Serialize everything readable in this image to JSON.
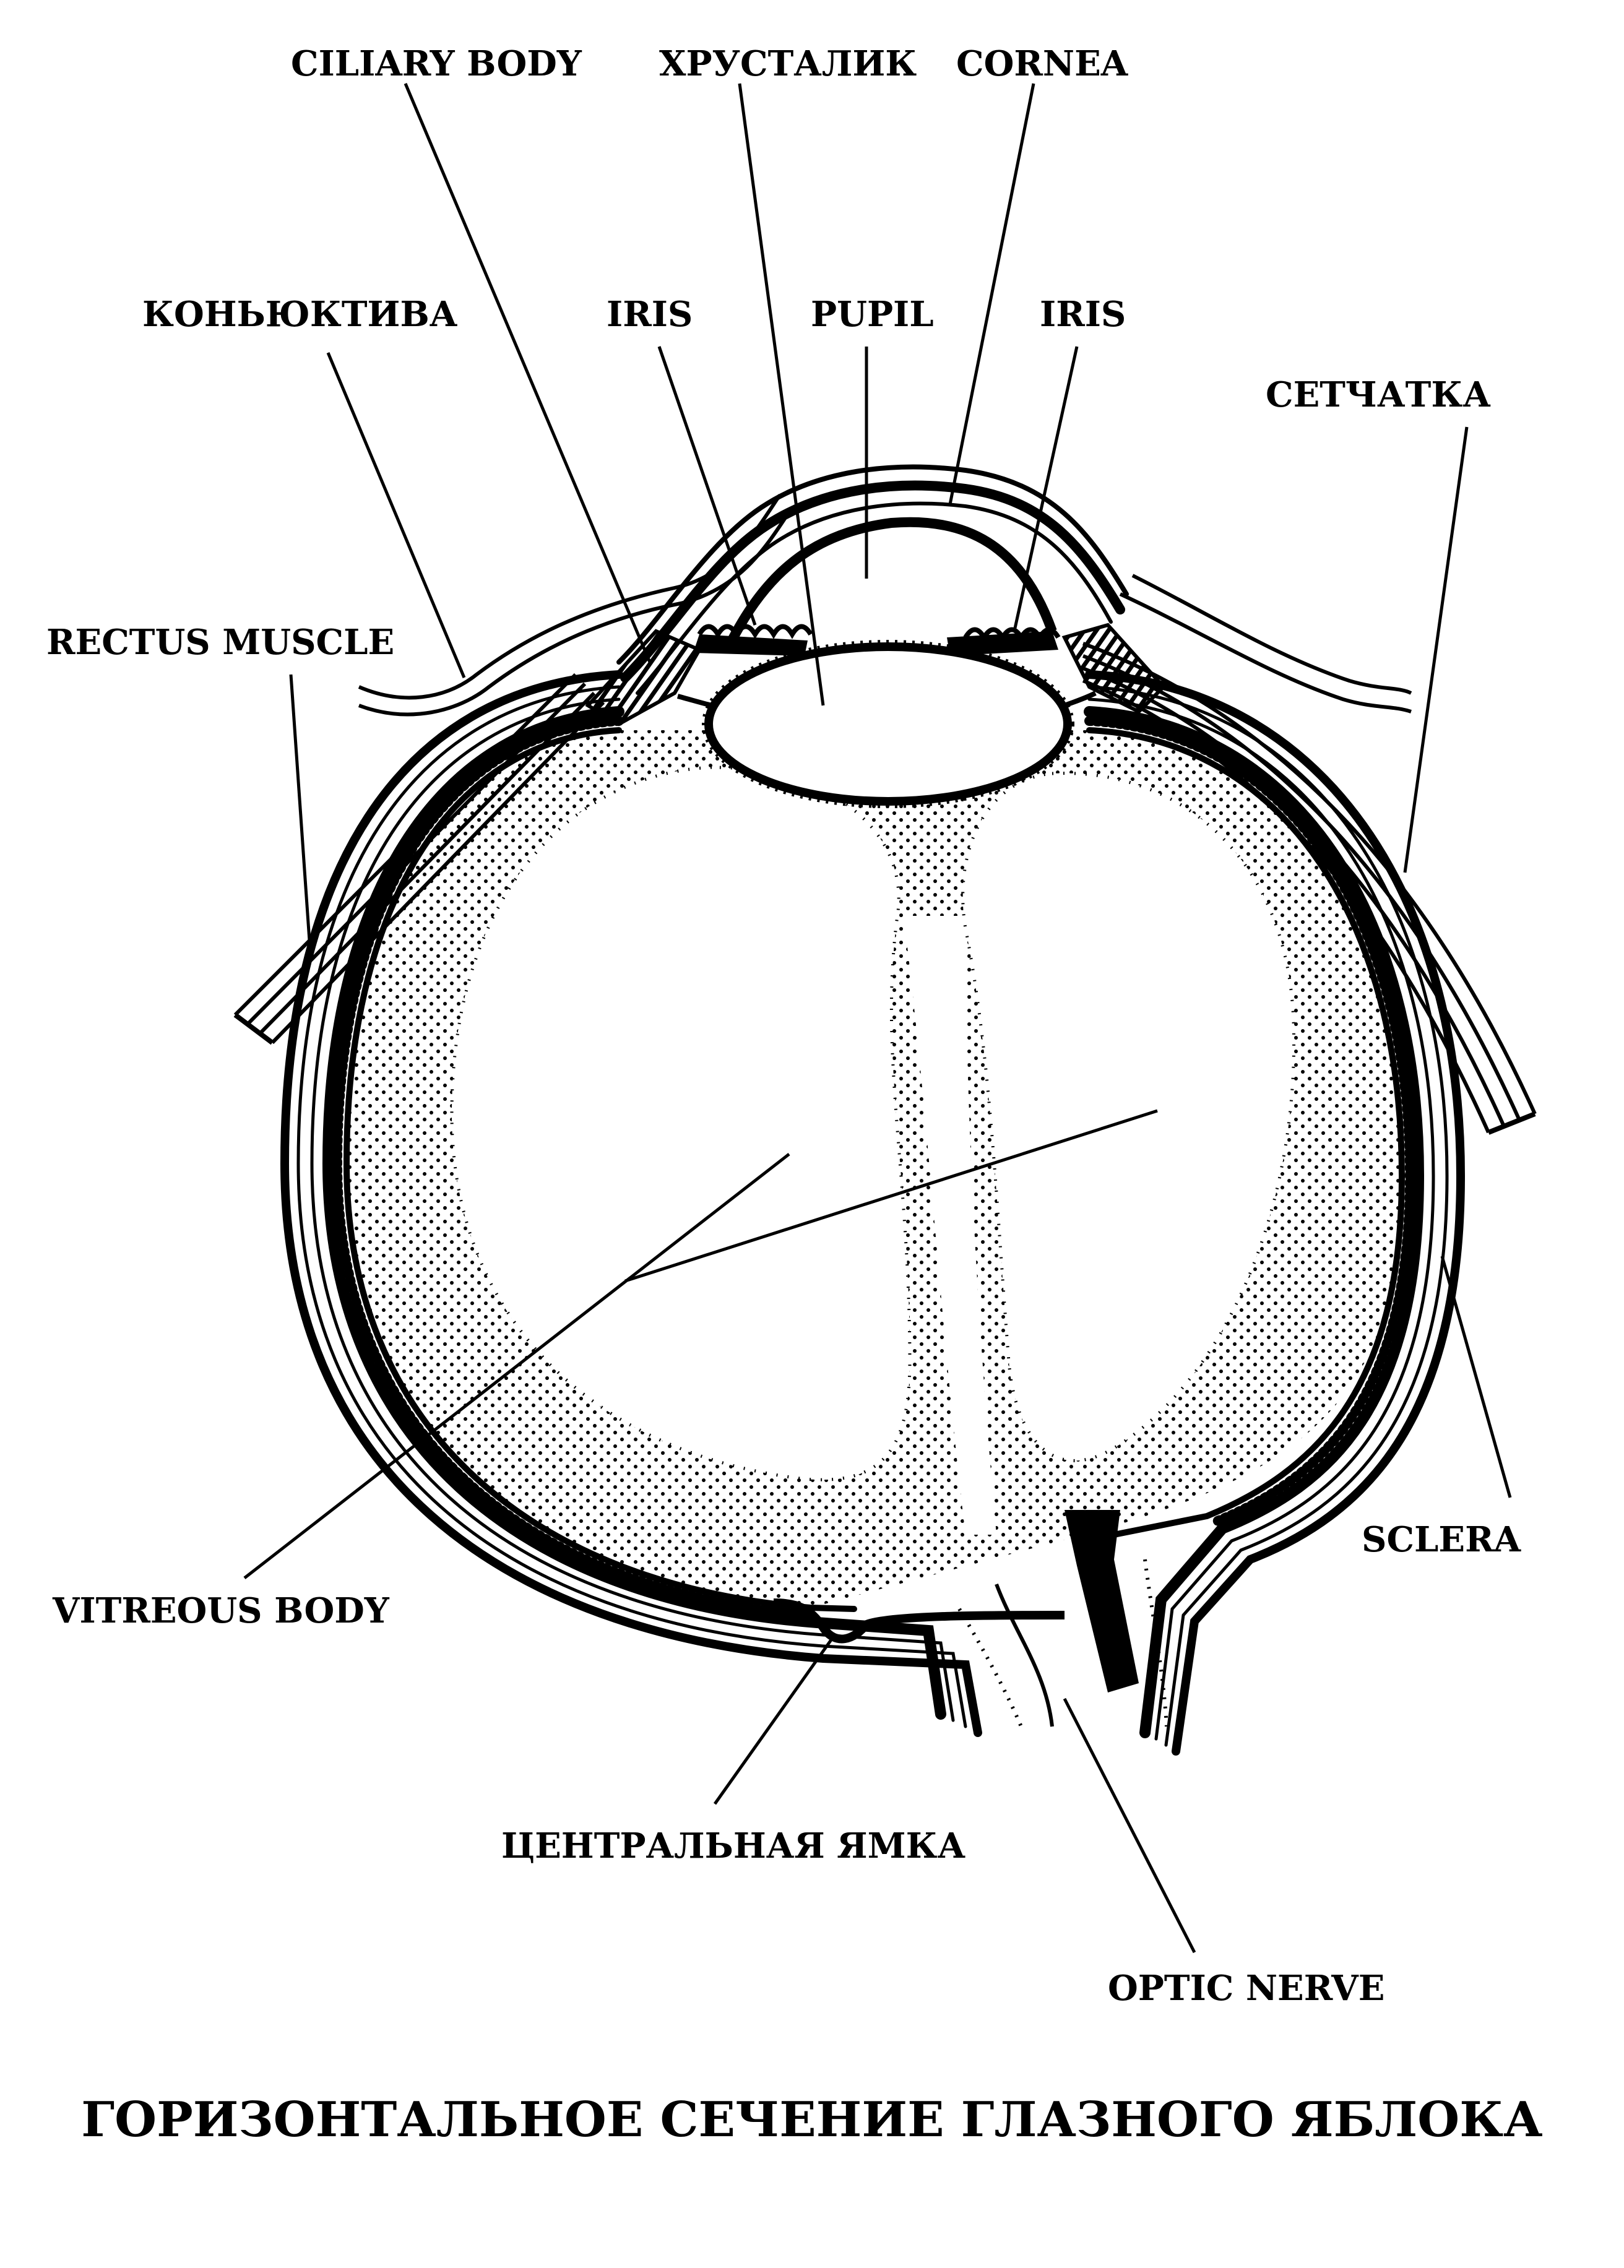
{
  "labels": {
    "ciliary_body": "CILIARY BODY",
    "lens": "ХРУСТАЛИК",
    "cornea": "CORNEA",
    "conjunctiva": "КОНЬЮКТИВА",
    "iris_left": "IRIS",
    "pupil": "PUPIL",
    "iris_right": "IRIS",
    "retina": "СЕТЧАТКА",
    "rectus_muscle": "RECTUS MUSCLE",
    "sclera": "SCLERA",
    "vitreous_body": "VITREOUS BODY",
    "fovea": "ЦЕНТРАЛЬНАЯ ЯМКА",
    "optic_nerve": "OPTIC NERVE"
  },
  "caption": "ГОРИЗОНТАЛЬНОЕ СЕЧЕНИЕ ГЛАЗНОГО ЯБЛОКА",
  "colors": {
    "ink": "#000000",
    "paper": "#ffffff"
  }
}
